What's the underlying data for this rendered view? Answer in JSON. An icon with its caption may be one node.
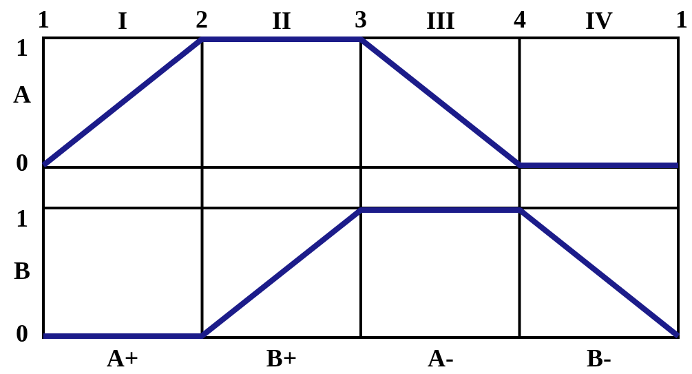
{
  "diagram": {
    "labels": [
      "1",
      "I",
      "2",
      "II",
      "3",
      "III",
      "4",
      "IV",
      "1",
      "1",
      "A",
      "0",
      "1",
      "B",
      "0",
      "A+",
      "B+",
      "A-",
      "B-"
    ]
  }
}
